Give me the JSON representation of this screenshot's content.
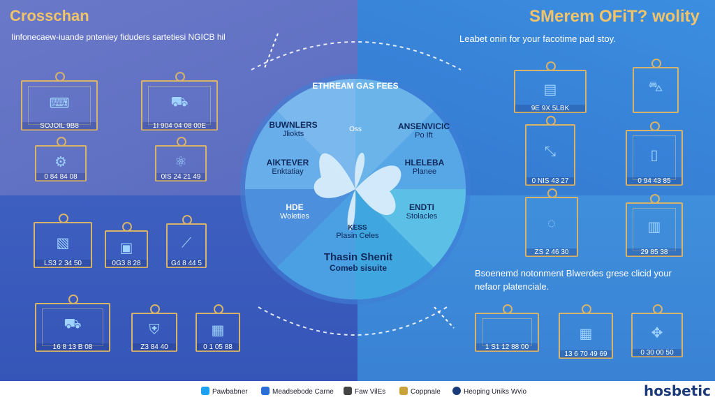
{
  "header_left": {
    "title": "Crosschan",
    "subtitle": "Iinfonecaew-iuande pnteniey fiduders sartetiesi NGICB hil"
  },
  "header_right": {
    "title": "SMerem OFiT? wolity",
    "subtitle": "Leabet onin for your facotime pad stoy."
  },
  "wheel": {
    "center_top": "ETHREAM GAS FEES",
    "top_center_small": "Oss",
    "segments": [
      {
        "title": "BUWNLERS",
        "sub": "Jliokts"
      },
      {
        "title": "ANSENVICIC",
        "sub": "Po Ift"
      },
      {
        "title": "AlKTEVER",
        "sub": "Enktatiay"
      },
      {
        "title": "HLELEBA",
        "sub": "Planee"
      },
      {
        "title": "HDE",
        "sub": "Woleties"
      },
      {
        "title": "ENDTI",
        "sub": "Stolacles"
      },
      {
        "title": "KESS",
        "sub": "Plasin Celes"
      },
      {
        "title": "Thasin Shenit",
        "sub": "Comeb sisuite"
      }
    ]
  },
  "cards_left": [
    {
      "caption": "SOJOIL 9B8"
    },
    {
      "caption": "1I 904 04 08 00E"
    },
    {
      "caption": "0 84 84 08"
    },
    {
      "caption": "0IS 24 21 49"
    },
    {
      "caption": "LS3 2 34 50"
    },
    {
      "caption": "0G3 8 28"
    },
    {
      "caption": "G4 8 44 5"
    },
    {
      "caption": "16 8 13 B 08"
    },
    {
      "caption": "Z3 84 40"
    },
    {
      "caption": "0 1 05 88"
    }
  ],
  "cards_right": [
    {
      "caption": "9E 9X 5LBK"
    },
    {
      "caption": "0 NIS 43 27"
    },
    {
      "caption": "0 94 43 85"
    },
    {
      "caption": "ZS 2 46 30"
    },
    {
      "caption": "29 85 38"
    },
    {
      "caption": "1 S1 12 88 00"
    },
    {
      "caption": "13 6 70 49 69"
    },
    {
      "caption": "0 30 00 50"
    }
  ],
  "paragraph": "Bsoenemd notonment Blwerdes grese clicid your nefaor platenciale.",
  "footer": {
    "items": [
      "Pawbabner",
      "Meadsebode Carne",
      "Faw VilEs",
      "Coppnale",
      "Heoping Uniks Wvio"
    ],
    "brand": "hosbetic"
  },
  "colors": {
    "accent_gold": "#d8b36a",
    "title_gold": "#f2c46a",
    "wheel_light": "#7fc7ec",
    "wheel_mid": "#5aa6e4"
  }
}
